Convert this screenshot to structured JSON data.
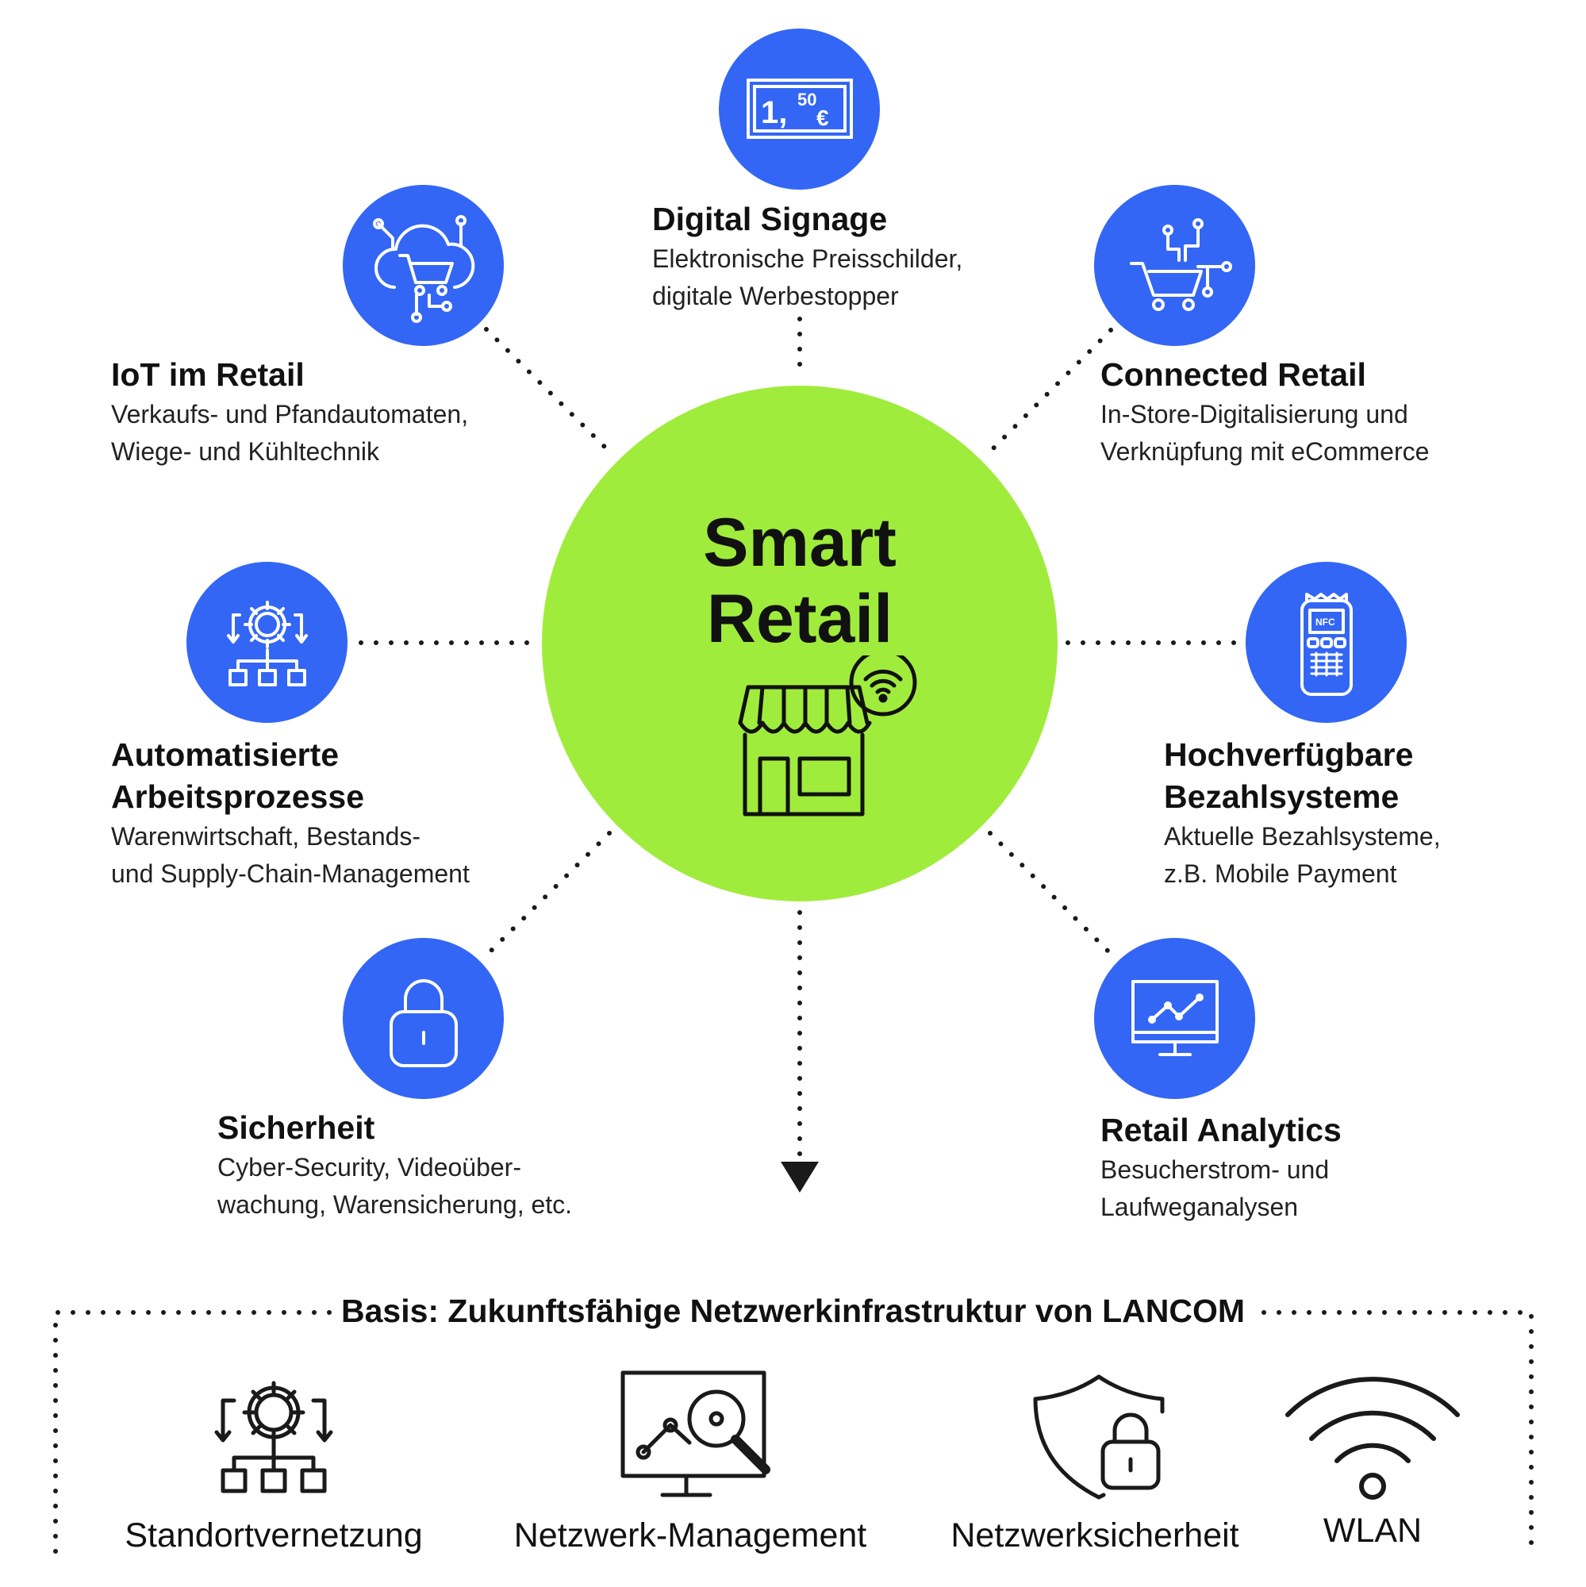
{
  "colors": {
    "accent_blue": "#3366f5",
    "center_green": "#a0ec3c",
    "text": "#111111"
  },
  "center": {
    "line1": "Smart",
    "line2": "Retail",
    "icon": "storefront-wifi-icon"
  },
  "nodes": {
    "digital_signage": {
      "title": "Digital Signage",
      "desc1": "Elektronische Preisschilder,",
      "desc2": "digitale Werbestopper",
      "icon": "price-tag-icon",
      "price_main": "1,",
      "price_cents": "50",
      "price_currency": "€"
    },
    "iot": {
      "title": "IoT im Retail",
      "desc1": "Verkaufs- und Pfandautomaten,",
      "desc2": "Wiege- und Kühltechnik",
      "icon": "cloud-cart-icon"
    },
    "connected": {
      "title": "Connected Retail",
      "desc1": "In-Store-Digitalisierung und",
      "desc2": "Verknüpfung mit eCommerce",
      "icon": "cart-circuit-icon"
    },
    "automated": {
      "title1": "Automatisierte",
      "title2": "Arbeitsprozesse",
      "desc1": "Warenwirtschaft, Bestands-",
      "desc2": "und Supply-Chain-Management",
      "icon": "gear-network-icon"
    },
    "payment": {
      "title1": "Hochverfügbare",
      "title2": "Bezahlsysteme",
      "desc1": "Aktuelle Bezahlsysteme,",
      "desc2": "z.B. Mobile Payment",
      "icon": "payment-terminal-icon",
      "nfc": "NFC"
    },
    "security": {
      "title": "Sicherheit",
      "desc1": "Cyber-Security, Videoüber-",
      "desc2": "wachung, Warensicherung, etc.",
      "icon": "padlock-icon"
    },
    "analytics": {
      "title": "Retail Analytics",
      "desc1": "Besucherstrom- und",
      "desc2": "Laufweganalysen",
      "icon": "monitor-chart-icon"
    }
  },
  "basis": {
    "title": "Basis: Zukunftsfähige Netzwerkinfrastruktur von LANCOM",
    "items": [
      {
        "label": "Standortvernetzung",
        "icon": "gear-network-icon"
      },
      {
        "label": "Netzwerk-Management",
        "icon": "monitor-magnifier-icon"
      },
      {
        "label": "Netzwerksicherheit",
        "icon": "shield-lock-icon"
      },
      {
        "label": "WLAN",
        "icon": "wifi-icon"
      }
    ]
  }
}
